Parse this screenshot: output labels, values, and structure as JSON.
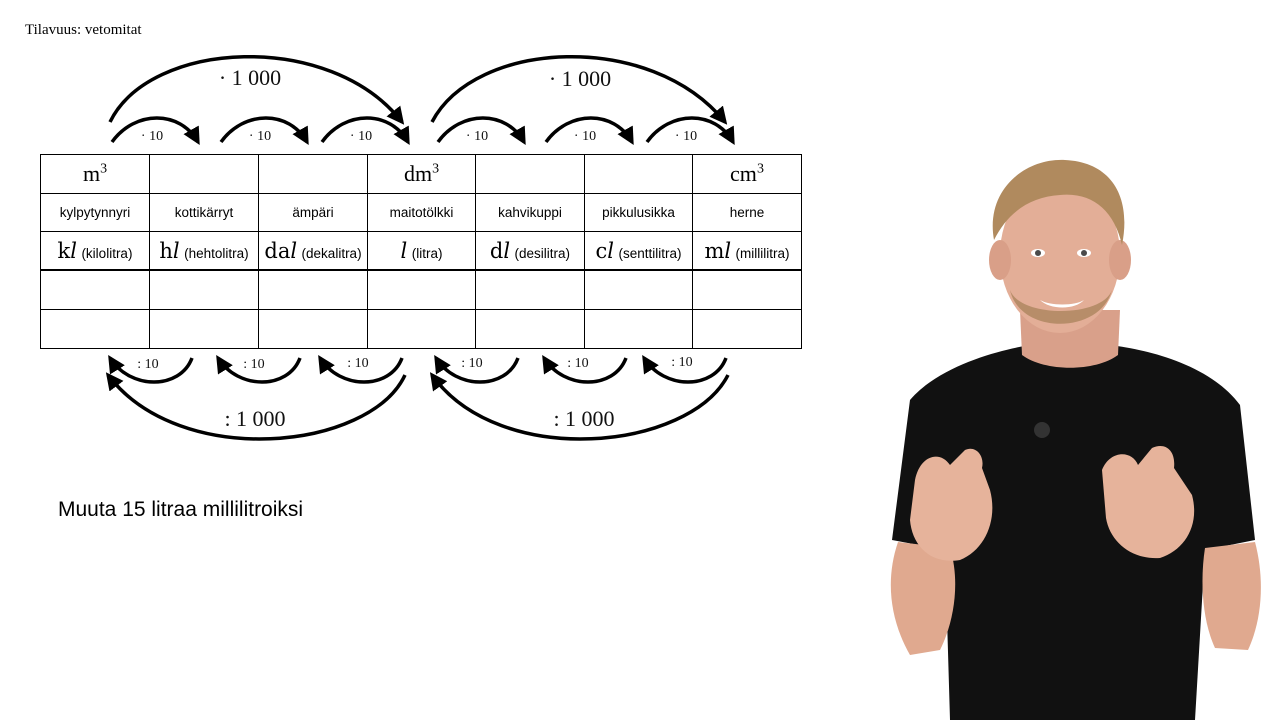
{
  "title": "Tilavuus: vetomitat",
  "top_arrows": {
    "small_label": "· 10",
    "big_label": "· 1 000"
  },
  "bottom_arrows": {
    "small_label": ": 10",
    "big_label": ": 1 000"
  },
  "table": {
    "volume_row": [
      "m",
      "",
      "",
      "dm",
      "",
      "",
      "cm"
    ],
    "volume_exponent": "3",
    "names_row": [
      "kylpytynnyri",
      "kottikärryt",
      "ämpäri",
      "maitotölkki",
      "kahvikuppi",
      "pikkulusikka",
      "herne"
    ],
    "units_row": [
      {
        "prefix": "k",
        "full": "(kilolitra)"
      },
      {
        "prefix": "h",
        "full": "(hehtolitra)"
      },
      {
        "prefix": "da",
        "full": "(dekalitra)"
      },
      {
        "prefix": "",
        "full": "(litra)"
      },
      {
        "prefix": "d",
        "full": "(desilitra)"
      },
      {
        "prefix": "c",
        "full": "(senttilitra)"
      },
      {
        "prefix": "m",
        "full": "(millilitra)"
      }
    ],
    "liter_symbol": "l"
  },
  "task": "Muuta 15 litraa millilitroiksi"
}
